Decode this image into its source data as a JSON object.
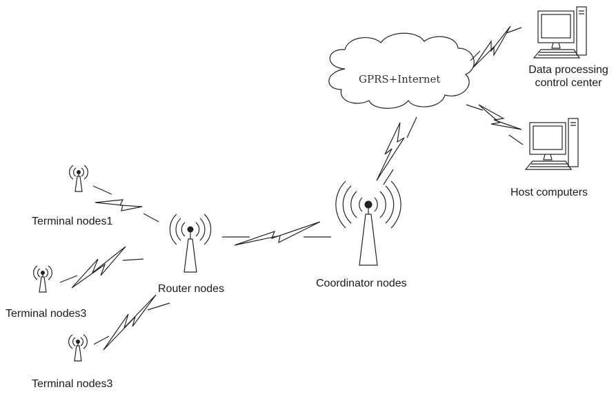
{
  "cloud": {
    "label": "GPRS+Internet"
  },
  "nodes": {
    "terminal_1": "Terminal nodes1",
    "terminal_2": "Terminal nodes3",
    "terminal_3": "Terminal nodes3",
    "router": "Router nodes",
    "coordinator": "Coordinator nodes",
    "data_center_line1": "Data processing",
    "data_center_line2": "control center",
    "host": "Host computers"
  }
}
